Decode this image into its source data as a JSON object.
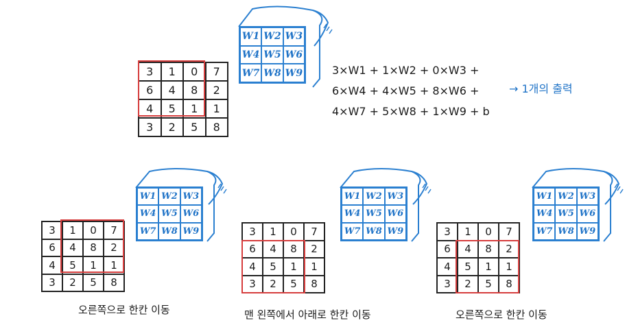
{
  "input_matrix": [
    [
      "3",
      "1",
      "0",
      "7"
    ],
    [
      "6",
      "4",
      "8",
      "2"
    ],
    [
      "4",
      "5",
      "1",
      "1"
    ],
    [
      "3",
      "2",
      "5",
      "8"
    ]
  ],
  "kernel": [
    [
      "W1",
      "W2",
      "W3"
    ],
    [
      "W4",
      "W5",
      "W6"
    ],
    [
      "W7",
      "W8",
      "W9"
    ]
  ],
  "formula_lines": [
    "3×W1 + 1×W2 + 0×W3 +",
    "6×W4 + 4×W5 + 8×W6 +",
    "4×W7 + 5×W8 + 1×W9 + b"
  ],
  "output_note": "→ 1개의 출력",
  "captions": [
    "오른쪽으로 한칸 이동",
    "맨 왼쪽에서 아래로 한칸 이동",
    "오른쪽으로 한칸 이동"
  ],
  "colors": {
    "highlight": "#d63c3c",
    "kernel": "#2a7fd0",
    "text": "#1a1a1a"
  }
}
